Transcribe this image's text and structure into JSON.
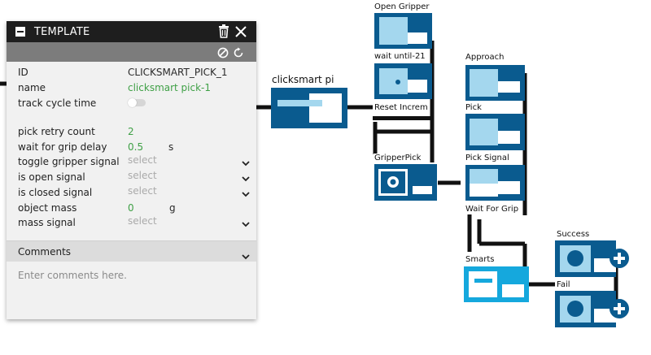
{
  "panel": {
    "title": "TEMPLATE",
    "rows": [
      {
        "label": "ID",
        "value": "CLICKSMART_PICK_1"
      },
      {
        "label": "name",
        "value": "clicksmart pick-1"
      },
      {
        "label": "track cycle time"
      },
      {
        "label": "pick retry count",
        "value": "2"
      },
      {
        "label": "wait for grip delay",
        "value": "0.5",
        "unit": "s"
      },
      {
        "label": "toggle gripper signal",
        "placeholder": "select"
      },
      {
        "label": "is open signal",
        "placeholder": "select"
      },
      {
        "label": "is closed signal",
        "placeholder": "select"
      },
      {
        "label": "object mass",
        "value": "0",
        "unit": "g"
      },
      {
        "label": "mass signal",
        "placeholder": "select"
      }
    ],
    "comments": {
      "title": "Comments",
      "placeholder": "Enter comments here."
    }
  },
  "canvas": {
    "labels": {
      "clicksmart": "clicksmart pi",
      "open_gripper": "Open Gripper",
      "wait_until": "wait until-21",
      "reset_increm": "Reset Increm",
      "gripper_pick": "GripperPick",
      "approach": "Approach",
      "pick": "Pick",
      "pick_signal": "Pick Signal",
      "wait_for_grip": "Wait For Grip",
      "smarts": "Smarts",
      "success": "Success",
      "fail": "Fail"
    },
    "colors": {
      "dark_blue": "#0a5b8f",
      "light_blue": "#a4d7ee",
      "bright_blue": "#15a8dd",
      "wire": "#111111"
    }
  }
}
